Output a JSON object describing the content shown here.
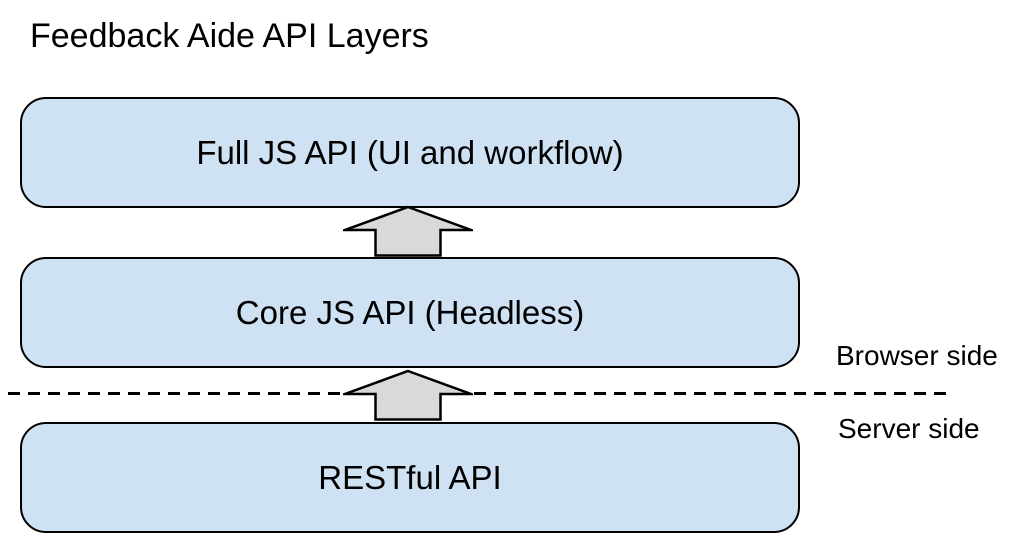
{
  "title": "Feedback Aide API Layers",
  "layers": [
    {
      "id": "full-js-api",
      "label": "Full JS API (UI and workflow)",
      "position": "top"
    },
    {
      "id": "core-js-api",
      "label": "Core JS API (Headless)",
      "position": "middle"
    },
    {
      "id": "restful-api",
      "label": "RESTful API",
      "position": "bottom"
    }
  ],
  "arrows": [
    {
      "id": "arrow-core-to-full",
      "direction": "up",
      "from": "core-js-api",
      "to": "full-js-api"
    },
    {
      "id": "arrow-rest-to-core",
      "direction": "up",
      "from": "restful-api",
      "to": "core-js-api"
    }
  ],
  "divider": {
    "style": "dashed",
    "browser_label": "Browser side",
    "server_label": "Server side"
  },
  "colors": {
    "box_fill": "#cfe2f3",
    "box_border": "#000000",
    "arrow_fill": "#d9d9d9",
    "arrow_border": "#000000",
    "background": "#ffffff",
    "text": "#000000"
  }
}
